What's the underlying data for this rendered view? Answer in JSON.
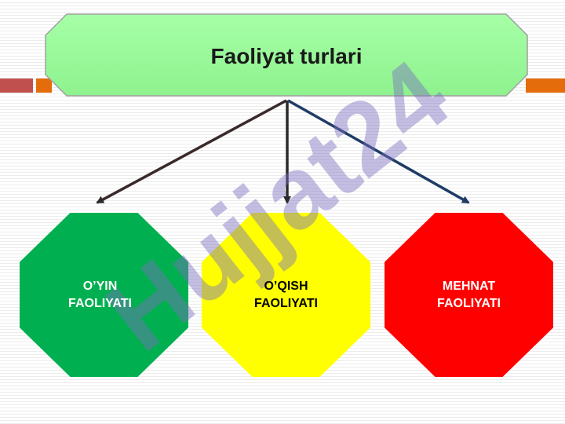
{
  "title": "Faoliyat turlari",
  "activities": [
    {
      "line1": "O’YIN",
      "line2": "FAOLIYATI"
    },
    {
      "line1": "O’QISH",
      "line2": "FAOLIYATI"
    },
    {
      "line1": "MEHNAT",
      "line2": "FAOLIYATI"
    }
  ],
  "watermark": "Hujjat24",
  "colors": {
    "title_fill": "#99ff99",
    "green": "#00b050",
    "yellow": "#ffff00",
    "red": "#ff0000",
    "bar_red": "#c0504d",
    "bar_orange": "#e46c0a"
  }
}
